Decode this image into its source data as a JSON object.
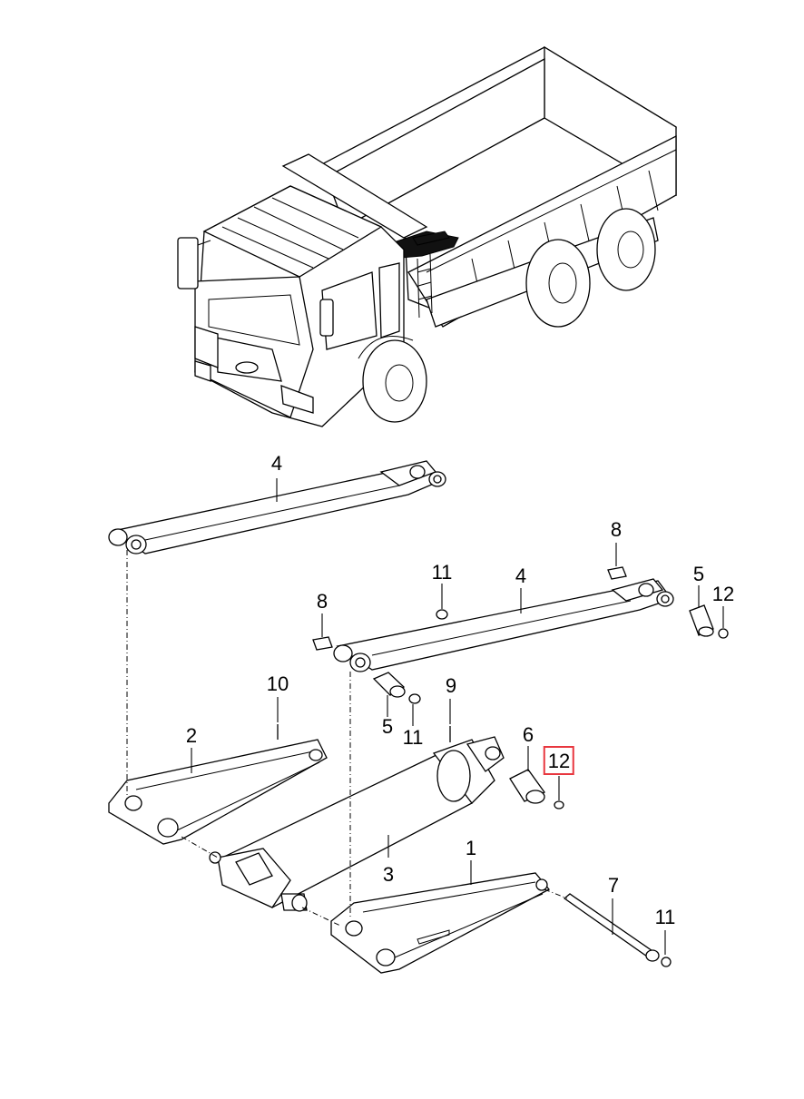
{
  "callouts": [
    {
      "id": "c-4a",
      "label": "4"
    },
    {
      "id": "c-8a",
      "label": "8"
    },
    {
      "id": "c-11a",
      "label": "11"
    },
    {
      "id": "c-4b",
      "label": "4"
    },
    {
      "id": "c-5a",
      "label": "5"
    },
    {
      "id": "c-12a",
      "label": "12"
    },
    {
      "id": "c-8b",
      "label": "8"
    },
    {
      "id": "c-10",
      "label": "10"
    },
    {
      "id": "c-9",
      "label": "9"
    },
    {
      "id": "c-2",
      "label": "2"
    },
    {
      "id": "c-5b",
      "label": "5"
    },
    {
      "id": "c-11b",
      "label": "11"
    },
    {
      "id": "c-6",
      "label": "6"
    },
    {
      "id": "c-12b",
      "label": "12"
    },
    {
      "id": "c-3",
      "label": "3"
    },
    {
      "id": "c-1",
      "label": "1"
    },
    {
      "id": "c-7",
      "label": "7"
    },
    {
      "id": "c-11c",
      "label": "11"
    }
  ],
  "selected_callout": "c-12b",
  "colors": {
    "line": "#000000",
    "highlight": "#e8373f",
    "background": "#ffffff"
  }
}
